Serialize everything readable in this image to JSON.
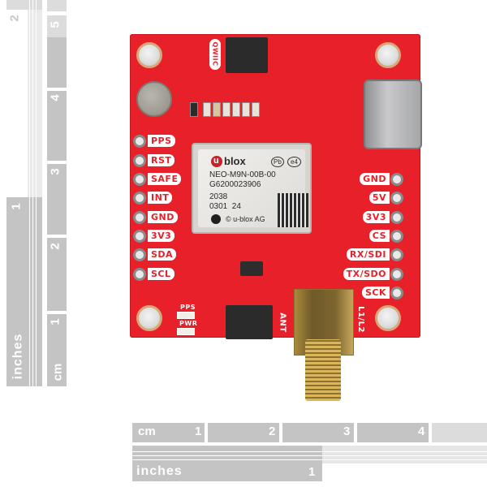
{
  "image": {
    "description": "Product photo of a red GNSS breakout board with measurement rulers",
    "background": "#ffffff"
  },
  "colors": {
    "pcb_red": "#e8202a",
    "silkscreen": "#ffffff",
    "ruler_gray": "#c4c4c4",
    "ruler_light": "#dcdcdc",
    "sma_gold": "#c6a65a"
  },
  "rulers": {
    "vertical": {
      "cm_label": "cm",
      "inches_label": "inches",
      "cm_numbers": [
        "1",
        "2",
        "3",
        "4",
        "5"
      ],
      "inch_numbers": [
        "1",
        "2"
      ]
    },
    "horizontal": {
      "cm_label": "cm",
      "inches_label": "inches",
      "cm_numbers": [
        "1",
        "2",
        "3",
        "4"
      ],
      "inch_numbers": [
        "1"
      ]
    }
  },
  "board": {
    "qwiic_label": "QWIIC",
    "left_pins": [
      "PPS",
      "RST",
      "SAFE",
      "INT",
      "GND",
      "3V3",
      "SDA",
      "SCL"
    ],
    "right_pins": [
      "GND",
      "5V",
      "3V3",
      "CS",
      "RX/SDI",
      "TX/SDO",
      "SCK"
    ],
    "led_labels": [
      "PPS",
      "PWR"
    ],
    "antenna_label": "ANT",
    "band_label": "L1/L2",
    "module": {
      "brand": "blox",
      "brand_prefix": "u",
      "part_number": "NEO-M9N-00B-00",
      "serial": "G6200023906",
      "line3": "2038",
      "line4": "0301  24",
      "footer": "© u-blox AG",
      "marks": [
        "Pb",
        "e4"
      ]
    }
  }
}
